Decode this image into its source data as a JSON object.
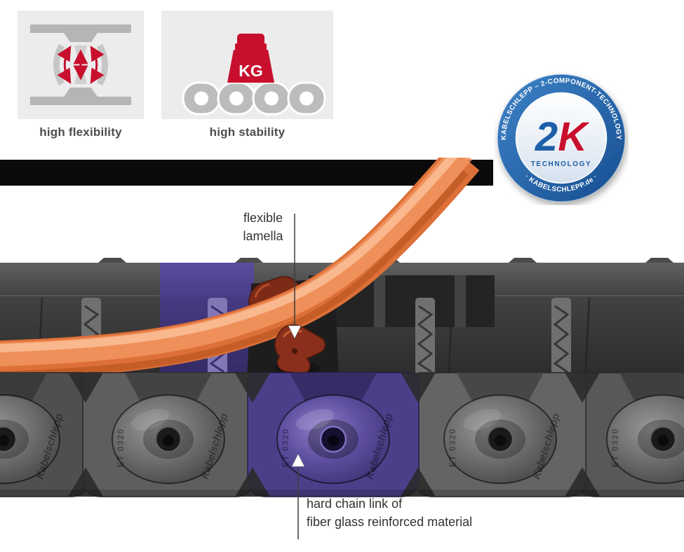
{
  "features": [
    {
      "label": "high flexibility",
      "icon": "flexibility-icon"
    },
    {
      "label": "high stability",
      "icon": "stability-icon"
    }
  ],
  "badge": {
    "arc_top": "KABELSCHLEPP – 2-COMPONENT-TECHNOLOGY",
    "arc_bottom": "· KABELSCHLEPP.de ·",
    "big_2": "2",
    "big_k": "K",
    "subtitle": "TECHNOLOGY"
  },
  "annotations": {
    "lamella": {
      "line1": "flexible",
      "line2": "lamella"
    },
    "hard_link": {
      "line1": "hard chain link of",
      "line2": "fiber glass reinforced material"
    }
  },
  "chain": {
    "embossed_brand": "Kabelschlepp",
    "embossed_model": "ET 0320"
  },
  "icons": {
    "weight_label": "KG"
  },
  "colors": {
    "accent_red": "#c8102e",
    "badge_blue": "#1d5fa9",
    "link_purple": "#4c3f8a",
    "cable_orange": "#e0743b"
  }
}
